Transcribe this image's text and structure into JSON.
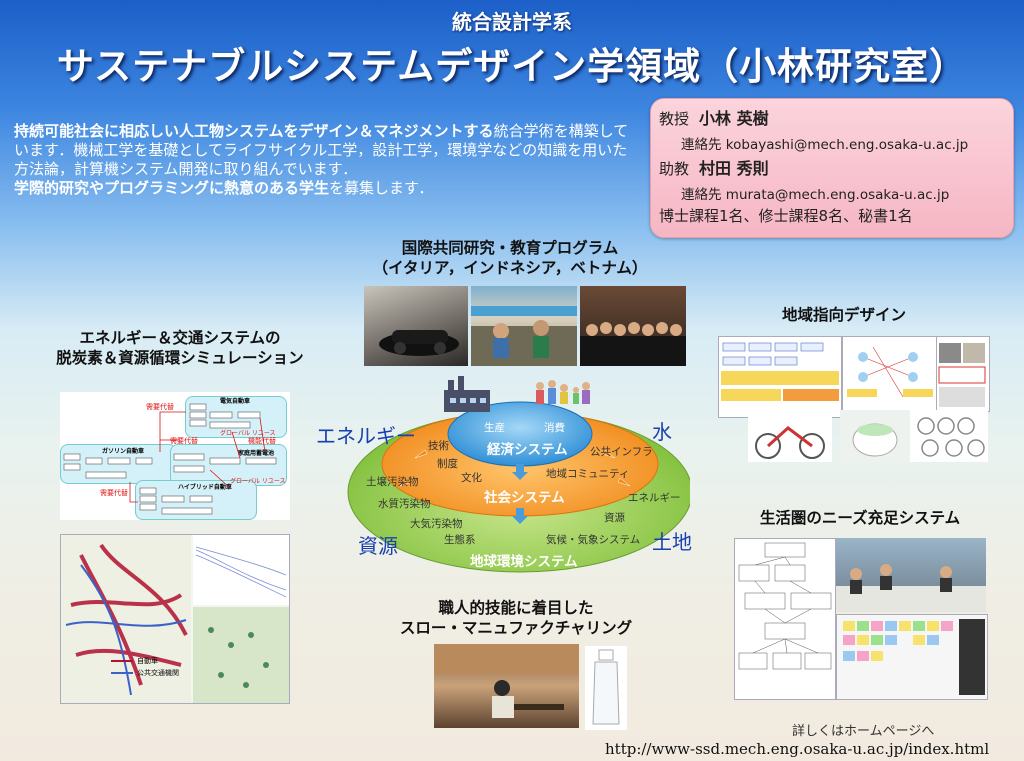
{
  "header": {
    "department": "統合設計学系",
    "title": "サステナブルシステムデザイン学領域（小林研究室）"
  },
  "intro": {
    "bold1": "持続可能社会に相応しい人工物システムをデザイン＆マネジメントする",
    "text1": "統合学術を構築しています．機械工学を基礎としてライフサイクル工学，設計工学，環境学などの知識を用いた方法論，計算機システム開発に取り組んでいます．",
    "bold2": "学際的研究やプログラミングに熱意のある学生",
    "text2": "を募集します．"
  },
  "contact": {
    "professor_role": "教授",
    "professor_name": "小林 英樹",
    "professor_contact": "連絡先 kobayashi@mech.eng.osaka-u.ac.jp",
    "assistant_role": "助教",
    "assistant_name": "村田 秀則",
    "assistant_contact": "連絡先 murata@mech.eng.osaka-u.ac.jp",
    "members": "博士課程1名、修士課程8名、秘書1名"
  },
  "sections": {
    "intl_line1": "国際共同研究・教育プログラム",
    "intl_line2": "（イタリア，インドネシア，ベトナム）",
    "energy_line1": "エネルギー＆交通システムの",
    "energy_line2": "脱炭素＆資源循環シミュレーション",
    "regional": "地域指向デザイン",
    "living": "生活圏のニーズ充足システム",
    "craft_line1": "職人的技能に着目した",
    "craft_line2": "スロー・マニュファクチャリング"
  },
  "diagram": {
    "label_energy": "エネルギー",
    "label_water": "水",
    "label_resource": "資源",
    "label_land": "土地",
    "economic_title": "経済システム",
    "production": "生産",
    "consumption": "消費",
    "social_title": "社会システム",
    "env_title": "地球環境システム",
    "tech": "技術",
    "institution": "制度",
    "culture": "文化",
    "infra": "公共インフラ",
    "community": "地域コミュニティ",
    "energy_small": "エネルギー",
    "resource_small": "資源",
    "soil": "土壌汚染物",
    "water_pol": "水質汚染物",
    "air_pol": "大気汚染物",
    "ecosystem": "生態系",
    "climate": "気候・気象システム"
  },
  "sim_diagram": {
    "ev": "電気自動車",
    "gasoline": "ガソリン自動車",
    "hybrid": "ハイブリッド自動車",
    "battery": "家庭用蓄電池",
    "red1": "需要代替",
    "red2": "需要代替",
    "red3": "需要代替",
    "red4": "機能代替",
    "red5": "グローバル\nリユース",
    "red6": "グローバル\nリユース"
  },
  "map_legend": {
    "car": "自動車",
    "transit": "公共交通機関"
  },
  "footer": {
    "note": "詳しくはホームページへ",
    "url": "http://www-ssd.mech.eng.osaka-u.ac.jp/index.html"
  },
  "colors": {
    "title_blue": "#1c5fc8",
    "contact_pink": "#f6b6c4",
    "economic_blue": "#2e8fd6",
    "social_orange": "#f08a1c",
    "env_green": "#7fbf3a"
  }
}
